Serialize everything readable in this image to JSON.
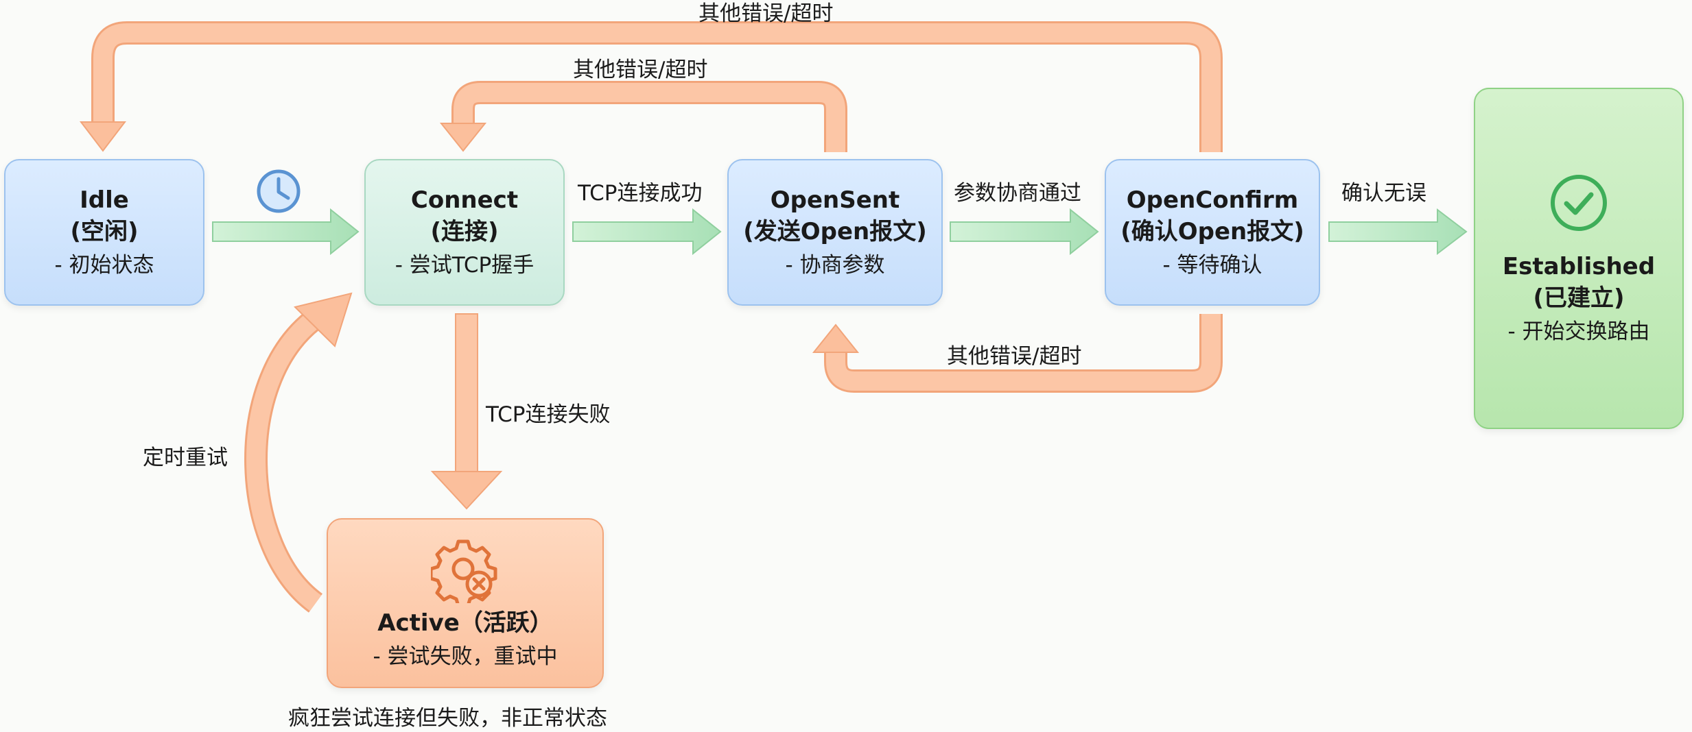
{
  "states": {
    "idle": {
      "title": "Idle",
      "subtitle": "(空闲)",
      "desc": "- 初始状态"
    },
    "connect": {
      "title": "Connect",
      "subtitle": "(连接)",
      "desc": "- 尝试TCP握手"
    },
    "opensent": {
      "title": "OpenSent",
      "subtitle": "(发送Open报文)",
      "desc": "- 协商参数"
    },
    "openconfirm": {
      "title": "OpenConfirm",
      "subtitle": "(确认Open报文)",
      "desc": "- 等待确认"
    },
    "established": {
      "title": "Established",
      "subtitle": "(已建立)",
      "desc": "- 开始交换路由"
    },
    "active": {
      "title": "Active（活跃）",
      "desc": "- 尝试失败，重试中"
    }
  },
  "transitions": {
    "tcp_success": "TCP连接成功",
    "param_ok": "参数协商通过",
    "confirm_ok": "确认无误",
    "tcp_fail": "TCP连接失败",
    "retry_timer": "定时重试",
    "error_top": "其他错误/超时",
    "error_mid": "其他错误/超时",
    "error_bottom": "其他错误/超时"
  },
  "note": "疯狂尝试连接但失败，非正常状态",
  "icons": {
    "idle_timer": "clock-icon",
    "active": "gear-error-icon",
    "established": "check-circle-icon"
  },
  "colors": {
    "blue_state": "#c6defb",
    "mint_state": "#cdecdf",
    "orange_state": "#fbc19e",
    "green_state": "#b7e6ad",
    "success_arrow": "#b8e6c4",
    "error_arrow": "#fbbf9c"
  }
}
